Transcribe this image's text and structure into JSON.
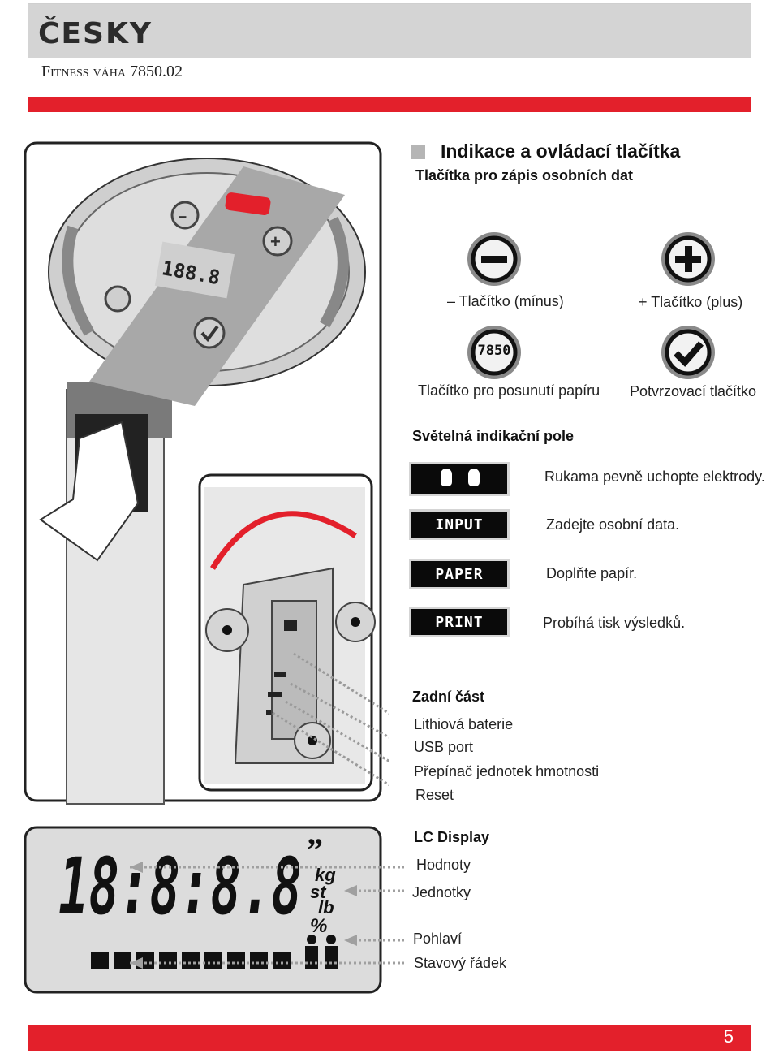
{
  "header": {
    "language": "ČESKY",
    "subtitle": "Fitness váha 7850.02"
  },
  "section": {
    "title": "Indikace a ovládací tlačítka",
    "buttons_title": "Tlačítka pro zápis osobních dat",
    "minus_label": "– Tlačítko (mínus)",
    "plus_label": "+ Tlačítko (plus)",
    "paper_button_label": "Tlačítko pro posunutí papíru",
    "paper_button_icon_text": "7850",
    "confirm_label": "Potvrzovací tlačítko"
  },
  "lights": {
    "title": "Světelná indikační pole",
    "items": [
      {
        "indicator": "",
        "text": "Rukama pevně uchopte elektrody."
      },
      {
        "indicator": "INPUT",
        "text": "Zadejte osobní data."
      },
      {
        "indicator": "PAPER",
        "text": "Doplňte papír."
      },
      {
        "indicator": "PRINT",
        "text": "Probíhá tisk výsledků."
      }
    ]
  },
  "back": {
    "title": "Zadní část",
    "items": [
      "Lithiová baterie",
      "USB port",
      "Přepínač jednotek hmotnosti",
      "Reset"
    ]
  },
  "lcd": {
    "title": "LC Display",
    "items": [
      "Hodnoty",
      "Jednotky",
      "Pohlaví",
      "Stavový řádek"
    ],
    "digits": "18:8:8.8",
    "units": [
      "kg",
      "st",
      "lb",
      "%"
    ]
  },
  "page_number": "5",
  "colors": {
    "accent_red": "#e3202b",
    "header_gray": "#d4d4d4"
  }
}
